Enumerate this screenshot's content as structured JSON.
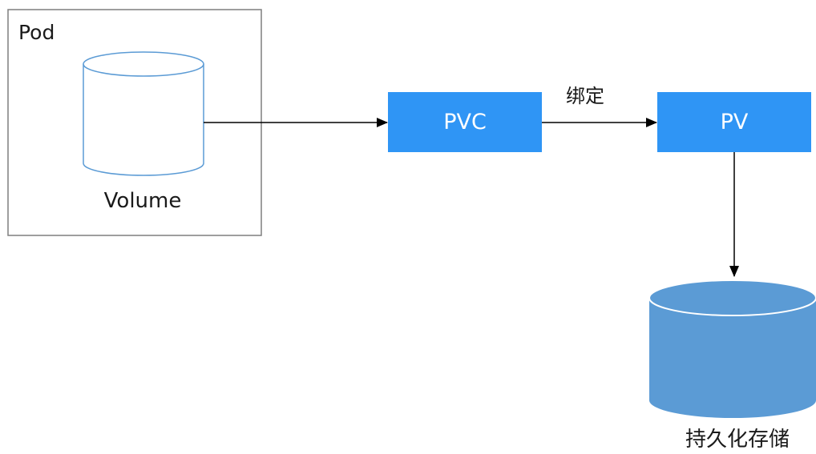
{
  "pod": {
    "label": "Pod"
  },
  "volume": {
    "label": "Volume"
  },
  "pvc": {
    "label": "PVC"
  },
  "pv": {
    "label": "PV"
  },
  "binding": {
    "label": "绑定"
  },
  "storage": {
    "label": "持久化存储"
  },
  "colors": {
    "box_fill": "#2f95f5",
    "storage_fill": "#5b9bd5",
    "volume_stroke": "#5b9bd5",
    "pod_border": "#7f7f7f",
    "arrow": "#000000"
  }
}
